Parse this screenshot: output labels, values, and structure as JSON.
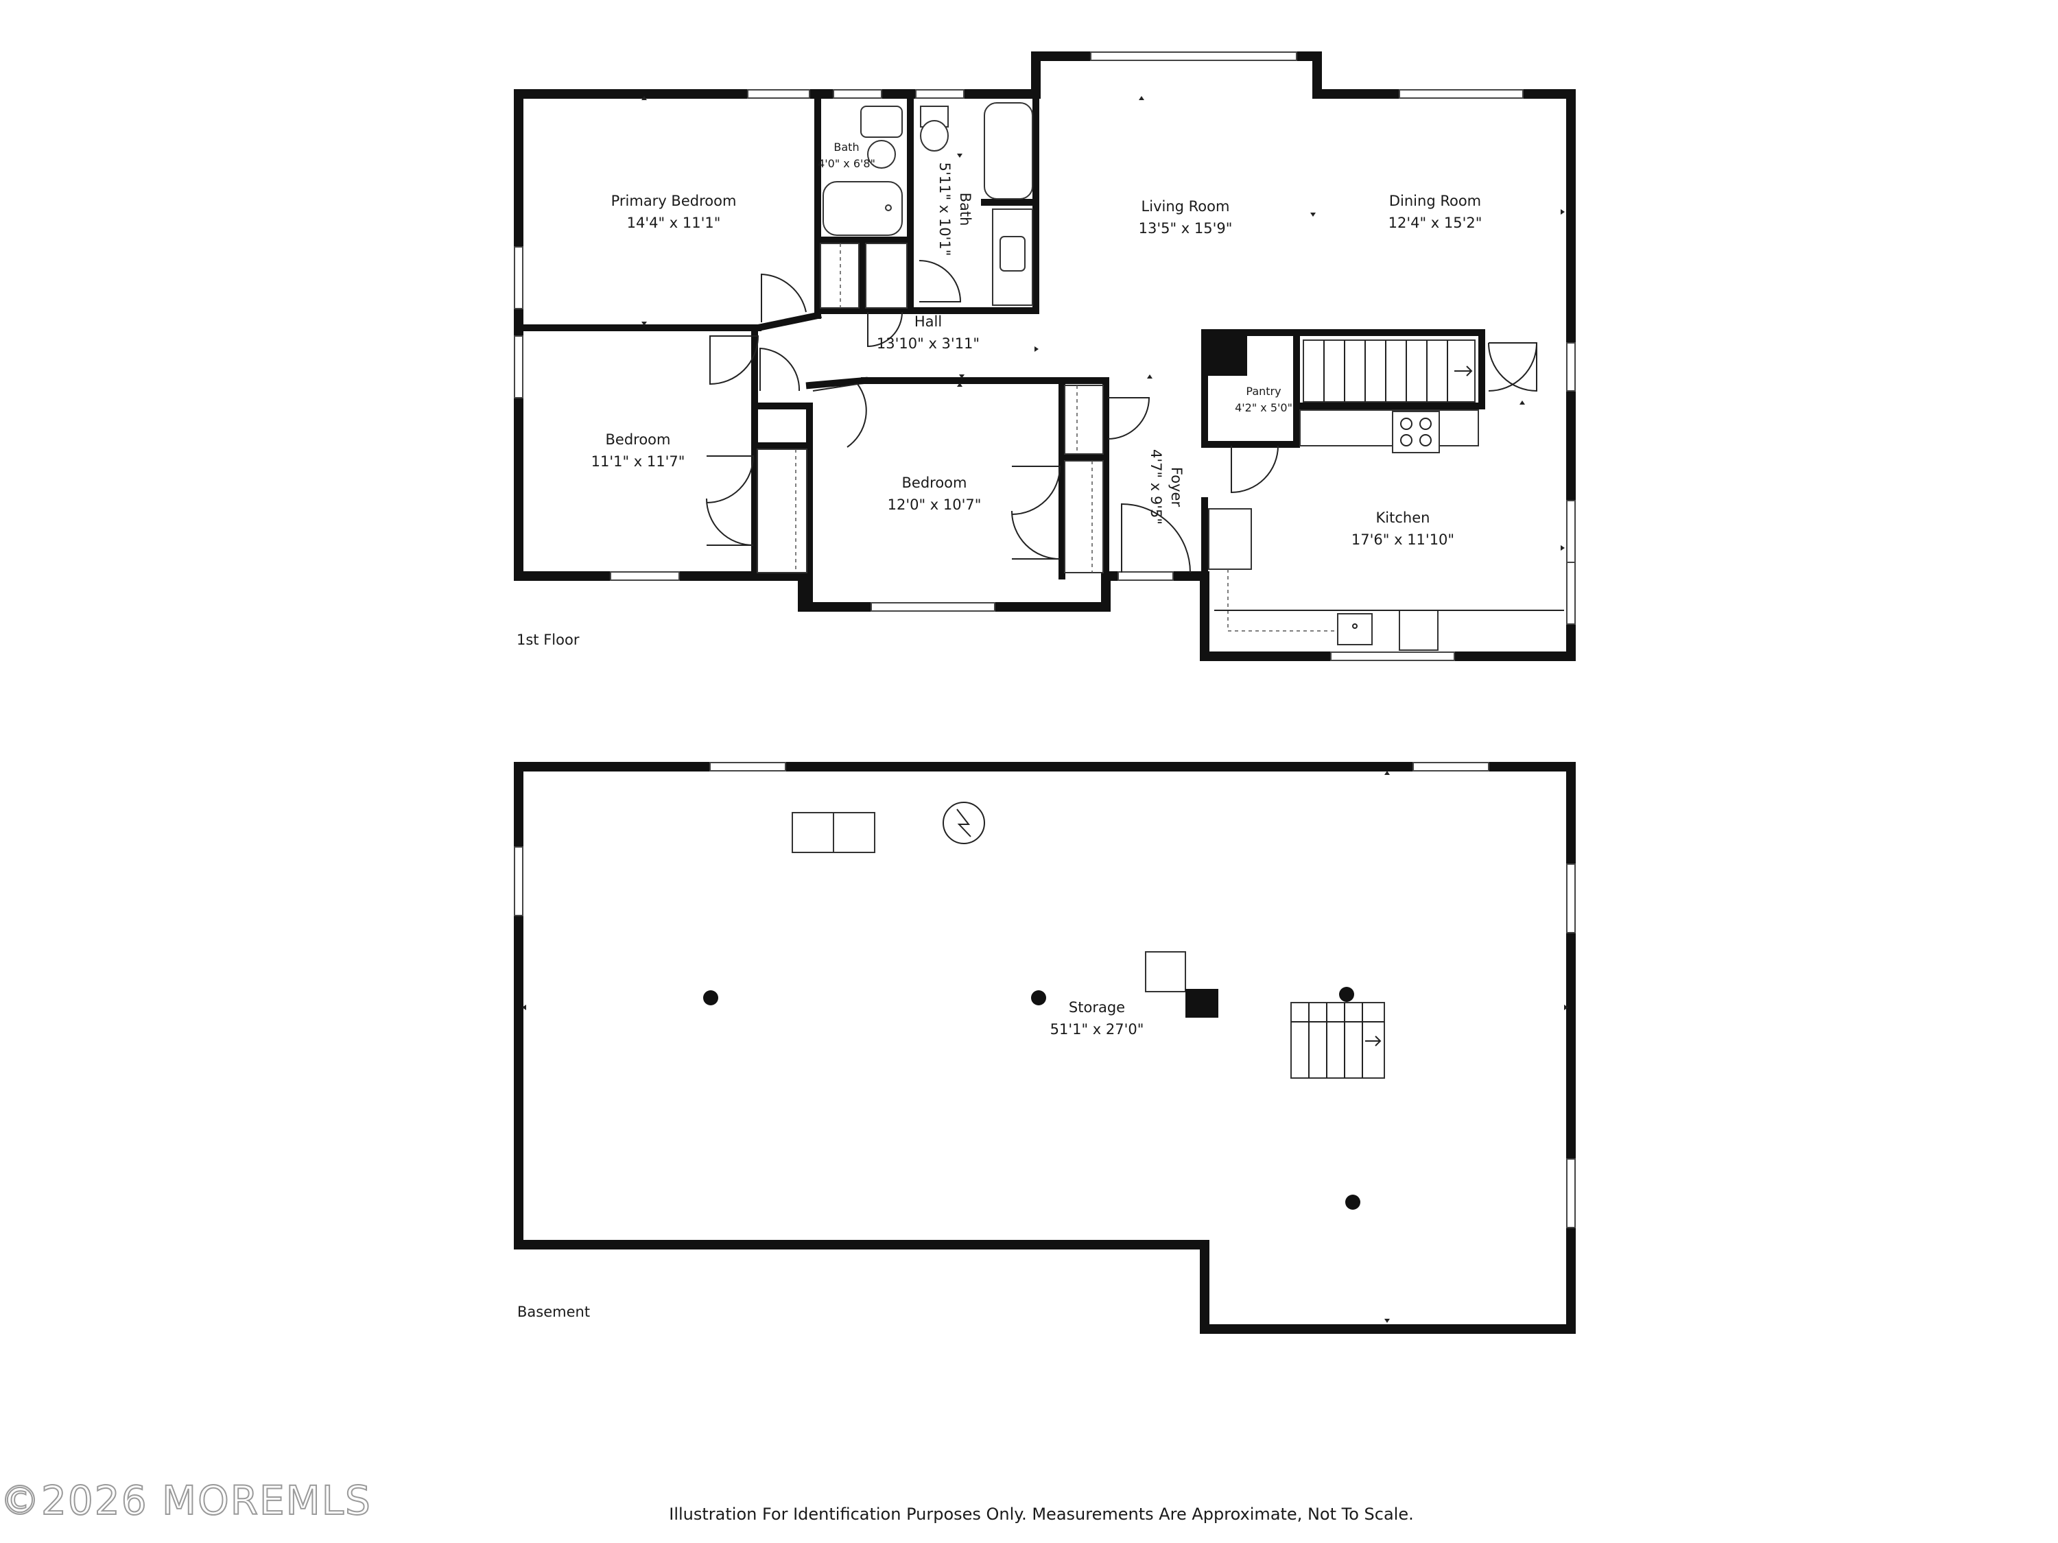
{
  "plan": {
    "first_floor": {
      "label": "1st Floor",
      "rooms": {
        "primary_bedroom": {
          "name": "Primary Bedroom",
          "dims": "14'4\" x 11'1\""
        },
        "bath_small": {
          "name": "Bath",
          "dims": "4'0\" x 6'8\""
        },
        "bath_main": {
          "name": "Bath",
          "dims": "5'11\" x 10'1\""
        },
        "living_room": {
          "name": "Living Room",
          "dims": "13'5\" x 15'9\""
        },
        "dining_room": {
          "name": "Dining Room",
          "dims": "12'4\" x 15'2\""
        },
        "hall": {
          "name": "Hall",
          "dims": "13'10\" x 3'11\""
        },
        "bedroom_west": {
          "name": "Bedroom",
          "dims": "11'1\" x 11'7\""
        },
        "bedroom_center": {
          "name": "Bedroom",
          "dims": "12'0\" x 10'7\""
        },
        "foyer": {
          "name": "Foyer",
          "dims": "4'7\" x 9'5\""
        },
        "pantry": {
          "name": "Pantry",
          "dims": "4'2\" x 5'0\""
        },
        "kitchen": {
          "name": "Kitchen",
          "dims": "17'6\" x 11'10\""
        }
      }
    },
    "basement": {
      "label": "Basement",
      "rooms": {
        "storage": {
          "name": "Storage",
          "dims": "51'1\" x 27'0\""
        }
      }
    },
    "disclaimer": "Illustration For Identification Purposes Only. Measurements Are Approximate, Not To Scale.",
    "watermark": "©2026 MOREMLS"
  }
}
